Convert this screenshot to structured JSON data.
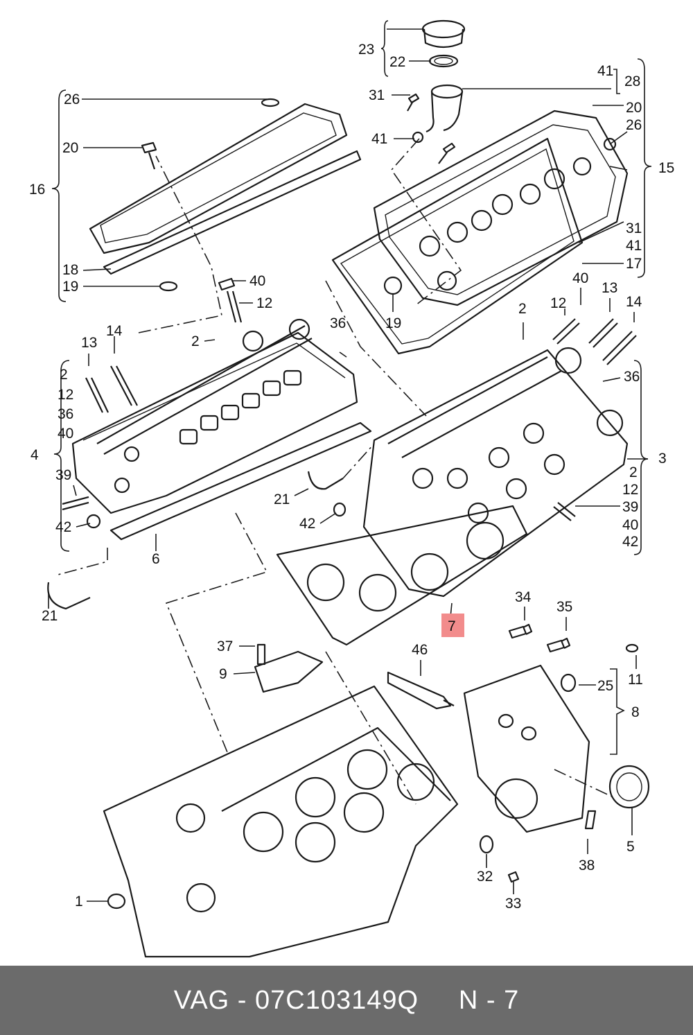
{
  "footer": {
    "caption": "VAG - 07C103149Q     N - 7"
  },
  "highlighted_callout": "7",
  "colors": {
    "highlight": "#f28c8c",
    "footer_bg": "#6b6b6b",
    "footer_text": "#ffffff",
    "line": "#1a1a1a"
  },
  "callouts": {
    "c23": "23",
    "c22": "22",
    "c41_top": "41",
    "c28": "28",
    "c31_top": "31",
    "c20_top": "20",
    "c41_mid": "41",
    "c26_right": "26",
    "c15": "15",
    "c31_right": "31",
    "c41_right": "41",
    "c17": "17",
    "c19_right": "19",
    "c40_right": "40",
    "c13_right": "13",
    "c14_right": "14",
    "c12_right": "12",
    "c2_right": "2",
    "c36_right": "36",
    "c3": "3",
    "c2_rg": "2",
    "c12_rg": "12",
    "c39_rg": "39",
    "c40_rg": "40",
    "c42_rg": "42",
    "c26_left": "26",
    "c20_left": "20",
    "c16": "16",
    "c18": "18",
    "c19_left": "19",
    "c40_left": "40",
    "c12_left": "12",
    "c2_left": "2",
    "c36_left": "36",
    "c13_left": "13",
    "c14_left": "14",
    "c2_lg": "2",
    "c12_lg": "12",
    "c36_lg": "36",
    "c40_lg": "40",
    "c4": "4",
    "c39_lg": "39",
    "c42_lg": "42",
    "c6": "6",
    "c21_left": "21",
    "c21_mid": "21",
    "c42_mid": "42",
    "c7": "7",
    "c34": "34",
    "c35": "35",
    "c37": "37",
    "c9": "9",
    "c46": "46",
    "c11": "11",
    "c25": "25",
    "c8": "8",
    "c5": "5",
    "c38": "38",
    "c32": "32",
    "c33": "33",
    "c1": "1"
  }
}
